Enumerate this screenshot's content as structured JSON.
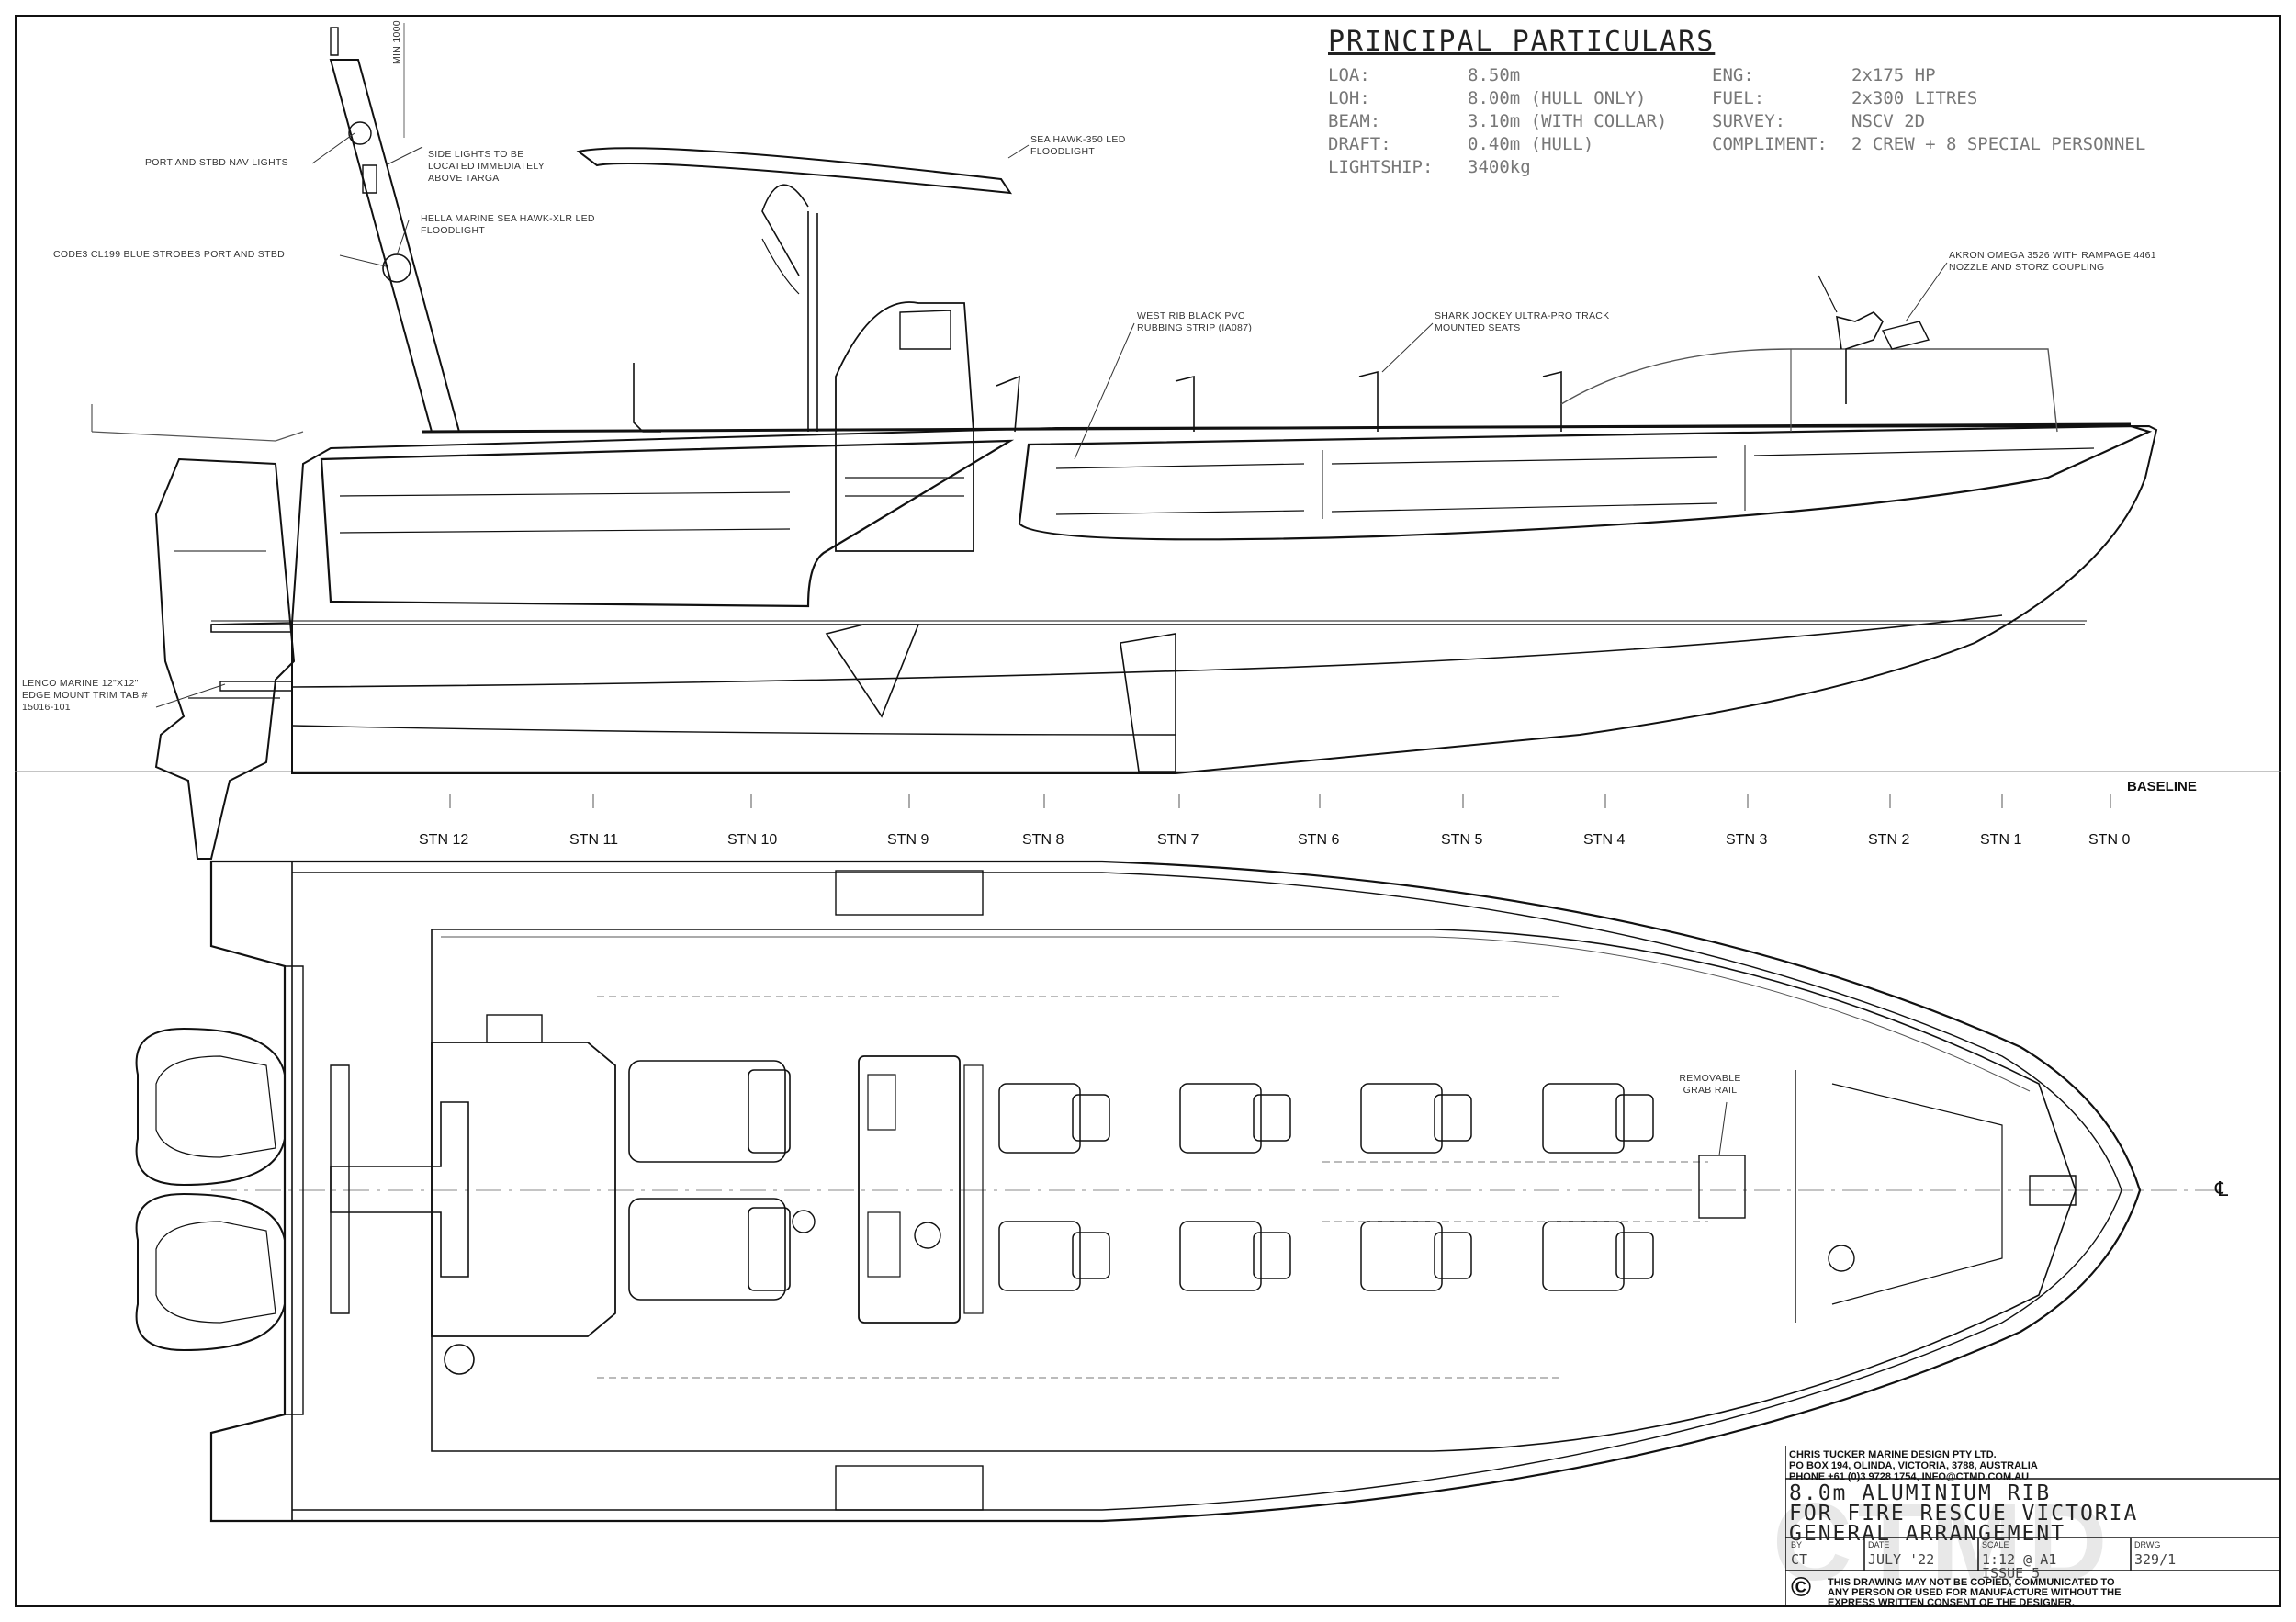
{
  "principal_particulars": {
    "title": "PRINCIPAL PARTICULARS",
    "left": [
      {
        "key": "LOA:",
        "value": "8.50m"
      },
      {
        "key": "LOH:",
        "value": "8.00m (HULL ONLY)"
      },
      {
        "key": "BEAM:",
        "value": "3.10m (WITH COLLAR)"
      },
      {
        "key": "DRAFT:",
        "value": "0.40m (HULL)"
      },
      {
        "key": "LIGHTSHIP:",
        "value": "3400kg"
      }
    ],
    "right": [
      {
        "key": "ENG:",
        "value": "2x175 HP"
      },
      {
        "key": "FUEL:",
        "value": "2x300 LITRES"
      },
      {
        "key": "SURVEY:",
        "value": "NSCV 2D"
      },
      {
        "key": "COMPLIMENT:",
        "value": "2 CREW + 8 SPECIAL PERSONNEL"
      }
    ]
  },
  "callouts": {
    "nav_lights": "PORT AND STBD NAV LIGHTS",
    "side_lights": "SIDE LIGHTS TO BE LOCATED IMMEDIATELY ABOVE TARGA",
    "min_1000": "MIN 1000",
    "hella": "HELLA MARINE SEA HAWK-XLR LED FLOODLIGHT",
    "code3": "CODE3 CL199 BLUE STROBES PORT AND STBD",
    "sea_hawk": "SEA HAWK-350 LED FLOODLIGHT",
    "west_rib": "WEST RIB BLACK PVC RUBBING STRIP (IA087)",
    "shark_jockey": "SHARK JOCKEY ULTRA-PRO TRACK MOUNTED SEATS",
    "akron": "AKRON OMEGA 3526 WITH RAMPAGE 4461 NOZZLE AND STORZ COUPLING",
    "lenco": "LENCO MARINE 12\"x12\" EDGE MOUNT TRIM TAB # 15016-101",
    "grab_rail": "REMOVABLE GRAB RAIL",
    "baseline": "BASELINE",
    "centreline": "℄"
  },
  "stations": [
    "STN 12",
    "STN 11",
    "STN 10",
    "STN 9",
    "STN 8",
    "STN 7",
    "STN 6",
    "STN 5",
    "STN 4",
    "STN 3",
    "STN 2",
    "STN 1",
    "STN 0"
  ],
  "title_block": {
    "firm_lines": [
      "CHRIS TUCKER MARINE DESIGN PTY LTD.",
      "PO BOX 194, OLINDA, VICTORIA, 3788, AUSTRALIA",
      "PHONE +61 (0)3 9728 1754, INFO@CTMD.COM.AU"
    ],
    "title_lines": [
      "8.0m ALUMINIUM RIB",
      "FOR FIRE RESCUE VICTORIA",
      "GENERAL ARRANGEMENT"
    ],
    "by_label": "BY",
    "by": "CT",
    "date_label": "DATE",
    "date": "JULY '22",
    "scale_label": "SCALE",
    "scale": "1:12 @ A1",
    "issue": "ISSUE 5",
    "drwg_label": "DRWG",
    "drwg": "329/1",
    "watermark": "CTMD",
    "warning_lines": [
      "THIS DRAWING MAY NOT BE COPIED, COMMUNICATED TO",
      "ANY PERSON OR USED FOR MANUFACTURE WITHOUT THE",
      "EXPRESS WRITTEN CONSENT OF THE DESIGNER."
    ],
    "copyright_symbol": "©"
  }
}
